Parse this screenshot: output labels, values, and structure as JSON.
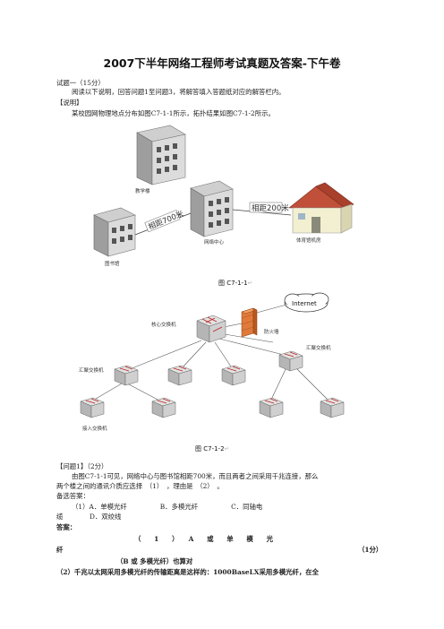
{
  "doc": {
    "title": "2007下半年网络工程师考试真题及答案-下午卷",
    "q1_header": "试题一（15分）",
    "q1_intro": "阅读以下说明，回答问题1至问题3，将解答填入答题纸对应的解答栏内。",
    "explain_label": "【说明】",
    "explain_text": "某校园网物理地点分布如图C7-1-1所示，拓扑结果如图C7-1-2所示。",
    "fig1": {
      "caption": "图 C7-1-1",
      "caption_mark": "↵",
      "labels": {
        "teaching": "教学楼",
        "distance_700": "相距700米",
        "network_center": "网络中心",
        "distance_200": "相距200米",
        "gym": "体育馆机房",
        "library": "图书馆"
      }
    },
    "fig2": {
      "caption": "图 C7-1-2",
      "caption_mark": "↵",
      "labels": {
        "core_switch": "核心交换机",
        "firewall": "防火墙",
        "internet": "Internet",
        "agg_left": "汇聚交换机",
        "agg_right": "汇聚交换机",
        "access": "接入交换机"
      }
    },
    "question1": {
      "header": "【问题1】（2分）",
      "line1": "由图C7-1-1可见，网络中心与图书馆相距700米，而且两者之间采用千兆连接，那么",
      "line2": "两个楼之间的通讯介质应选择　（1）　，理由是　（2）　。",
      "options_label": "备选答案：",
      "options_line1": "（1）A．单模光纤　　　　　B．多模光纤　　　　　C．同轴电",
      "options_line2": "缆　　　　D．双绞线",
      "answer_label": "答案：",
      "answer_line1": "（　　1　　）　　A　　或　　单　　模　　光",
      "answer_line2_left": "纤",
      "answer_line2_right": "（1分）",
      "answer_line3": "（B 或 多模光纤）也算对",
      "answer_line4": "（2）千兆以太网采用多模光纤的传输距离是这样的：1000BaseLX采用多模光纤，在全"
    }
  }
}
